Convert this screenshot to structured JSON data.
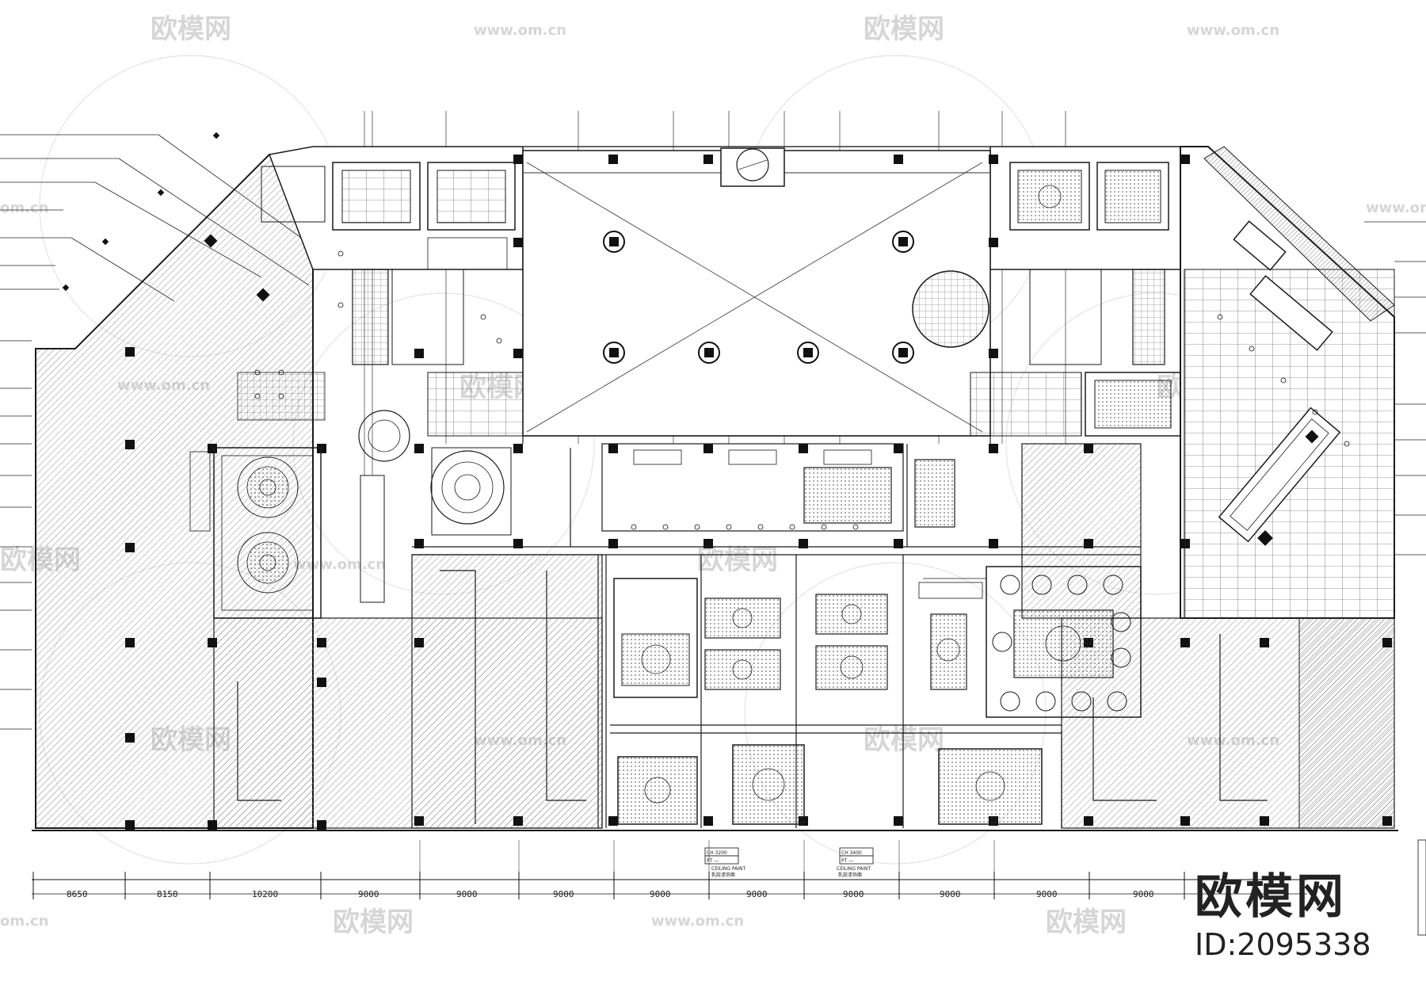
{
  "watermark": {
    "brand": "欧模网",
    "url": "www.om.cn",
    "url_short": "om.cn"
  },
  "brand_block": {
    "logo_text": "欧模网",
    "id_label": "ID:",
    "id_value": "2095338"
  },
  "dimensions": [
    "8650",
    "8150",
    "10200",
    "9000",
    "9000",
    "9000",
    "9000",
    "9000",
    "9000",
    "9000",
    "9000",
    "9000"
  ],
  "ceiling_tags": [
    {
      "ch": "CH 3200",
      "pt": "PT  —",
      "note1": "CEILING  PAINT",
      "note2": "乳胶漆饰面"
    },
    {
      "ch": "CH 3400",
      "pt": "PT  —",
      "note1": "CEILING  PAINT",
      "note2": "乳胶漆饰面"
    }
  ],
  "colors": {
    "line": "#1a1a1a",
    "hatch": "#8a8a8a",
    "watermark": "#d6d6d6",
    "background": "#ffffff"
  }
}
